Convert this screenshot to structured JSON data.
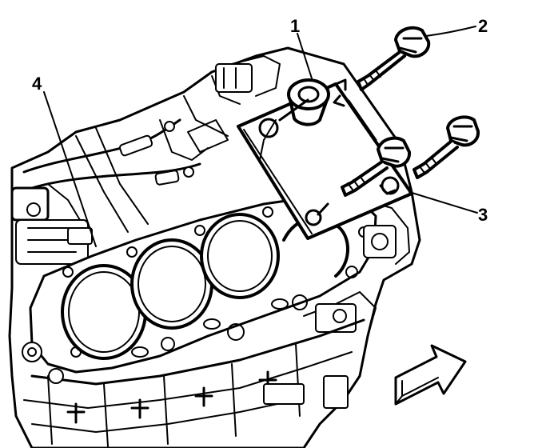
{
  "callouts": {
    "c1": "1",
    "c2": "2",
    "c3": "3",
    "c4": "4"
  },
  "icons": {
    "direction_arrow": "front-direction-arrow-icon"
  }
}
